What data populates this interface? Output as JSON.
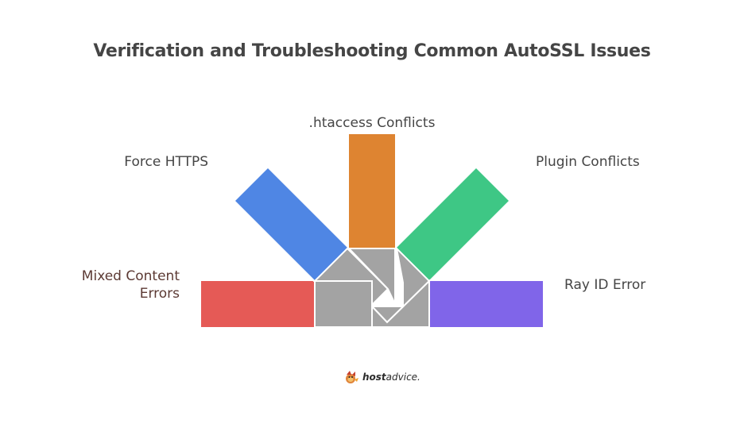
{
  "title": "Verification and Troubleshooting Common AutoSSL Issues",
  "items": [
    {
      "id": "mixed-content-errors",
      "label": "Mixed Content Errors",
      "color": "#e55a56"
    },
    {
      "id": "force-https",
      "label": "Force HTTPS",
      "color": "#4f86e4"
    },
    {
      "id": "htaccess-conflicts",
      "label": ".htaccess Conflicts",
      "color": "#de8431"
    },
    {
      "id": "plugin-conflicts",
      "label": "Plugin Conflicts",
      "color": "#3ec785"
    },
    {
      "id": "ray-id-error",
      "label": "Ray ID Error",
      "color": "#8065e9"
    }
  ],
  "hub_color": "#a3a3a3",
  "brand": {
    "name_bold": "host",
    "name_rest": "advice."
  }
}
